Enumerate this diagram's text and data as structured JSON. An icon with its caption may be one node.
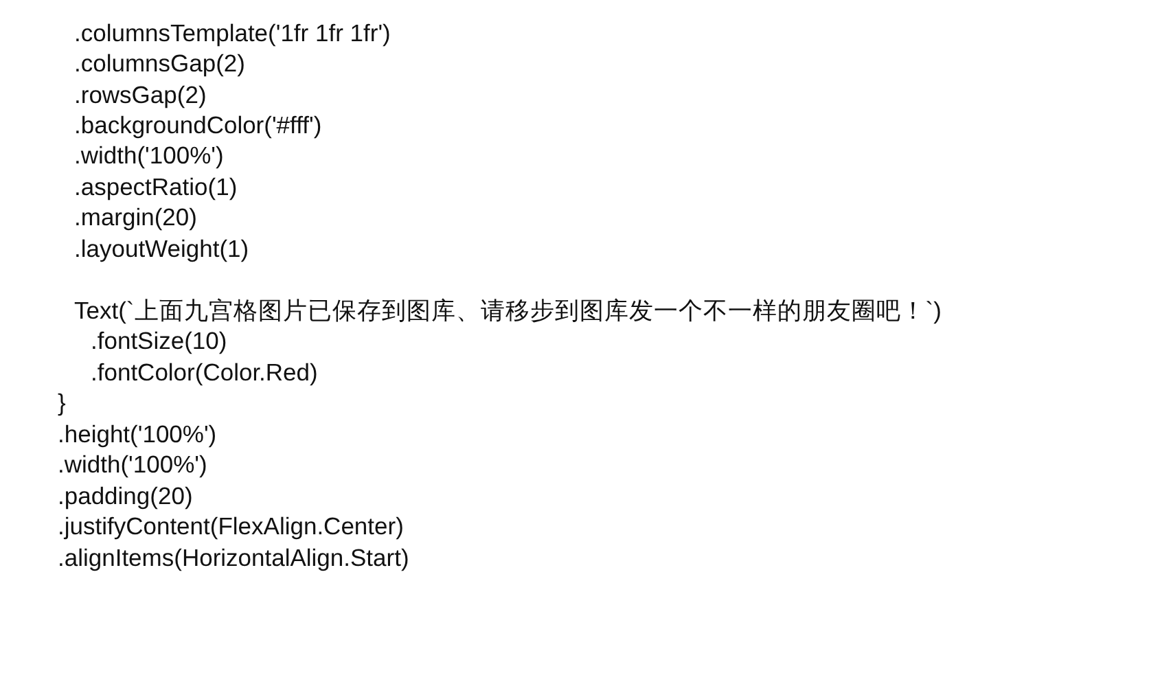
{
  "diagram": {
    "labels": [
      ".columnsTemplate('1fr 1fr 1fr')",
      ".columnsGap(2)",
      ".rowsGap(2)",
      ".backgroundColor('#fff')",
      ".width('100%')",
      ".aspectRatio(1)",
      ".margin(20)",
      ".layoutWeight(1)",
      "Text(`上面九宫格图片已保存到图库、请移步到图库发一个不一样的朋友圈吧！`)",
      ".fontSize(10)",
      ".fontColor(Color.Red)",
      "}",
      ".height('100%')",
      ".width('100%')",
      ".padding(20)",
      ".justifyContent(FlexAlign.Center)",
      ".alignItems(HorizontalAlign.Start)"
    ]
  }
}
